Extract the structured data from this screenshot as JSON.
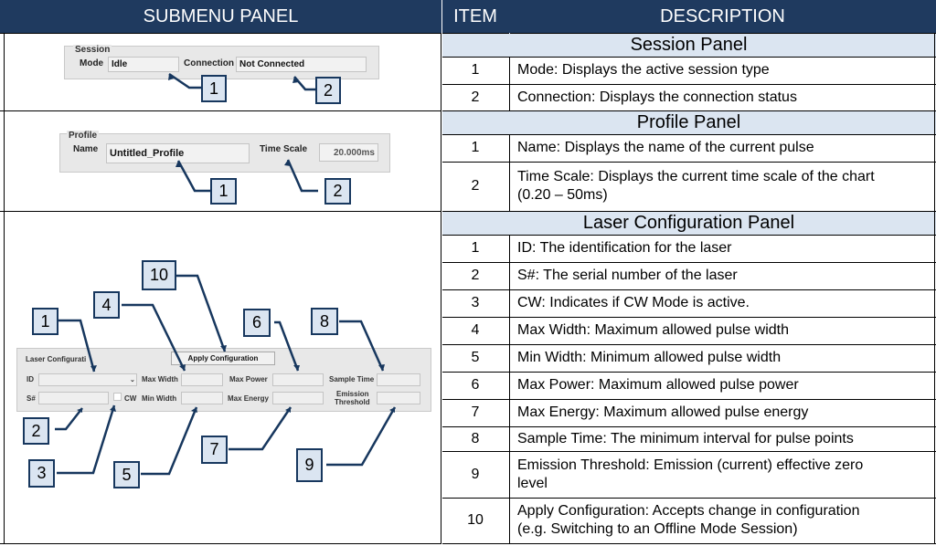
{
  "header": {
    "col1": "SUBMENU PANEL",
    "col2": "ITEM",
    "col3": "DESCRIPTION"
  },
  "sections": [
    {
      "title": "Session Panel",
      "rows": [
        {
          "item": "1",
          "desc": "Mode: Displays the active session type"
        },
        {
          "item": "2",
          "desc": "Connection: Displays the connection status"
        }
      ]
    },
    {
      "title": "Profile Panel",
      "rows": [
        {
          "item": "1",
          "desc": "Name: Displays the name of the current pulse"
        },
        {
          "item": "2",
          "desc": "Time Scale: Displays the current time scale of the chart\n(0.20 – 50ms)"
        }
      ]
    },
    {
      "title": "Laser Configuration Panel",
      "rows": [
        {
          "item": "1",
          "desc": "ID: The identification for the laser"
        },
        {
          "item": "2",
          "desc": "S#: The serial number of the laser"
        },
        {
          "item": "3",
          "desc": "CW: Indicates if CW Mode is active."
        },
        {
          "item": "4",
          "desc": "Max Width: Maximum allowed pulse width"
        },
        {
          "item": "5",
          "desc": "Min Width: Minimum allowed pulse width"
        },
        {
          "item": "6",
          "desc": "Max Power: Maximum allowed pulse power"
        },
        {
          "item": "7",
          "desc": "Max Energy: Maximum allowed pulse energy"
        },
        {
          "item": "8",
          "desc": "Sample Time: The minimum interval for pulse points"
        },
        {
          "item": "9",
          "desc": "Emission Threshold: Emission (current) effective zero\nlevel"
        },
        {
          "item": "10",
          "desc": "Apply Configuration: Accepts change in configuration\n(e.g. Switching to an Offline Mode Session)"
        }
      ]
    }
  ],
  "session_panel": {
    "title": "Session",
    "mode_label": "Mode",
    "mode_value": "Idle",
    "connection_label": "Connection",
    "connection_value": "Not Connected"
  },
  "profile_panel": {
    "title": "Profile",
    "name_label": "Name",
    "name_value": "Untitled_Profile",
    "timescale_label": "Time Scale",
    "timescale_value": "20.000ms"
  },
  "laser_panel": {
    "title": "Laser Configurati",
    "id_label": "ID",
    "sn_label": "S#",
    "cw_label": "CW",
    "max_width_label": "Max Width",
    "min_width_label": "Min Width",
    "max_power_label": "Max Power",
    "max_energy_label": "Max Energy",
    "sample_time_label": "Sample Time",
    "emission_label_1": "Emission",
    "emission_label_2": "Threshold",
    "apply_button": "Apply Configuration"
  },
  "callouts": {
    "session": [
      "1",
      "2"
    ],
    "profile": [
      "1",
      "2"
    ],
    "laser": [
      "1",
      "2",
      "3",
      "4",
      "5",
      "6",
      "7",
      "8",
      "9",
      "10"
    ]
  },
  "colors": {
    "header_bg": "#1f3a5f",
    "section_bg": "#dbe5f1",
    "callout_border": "#17375e"
  }
}
